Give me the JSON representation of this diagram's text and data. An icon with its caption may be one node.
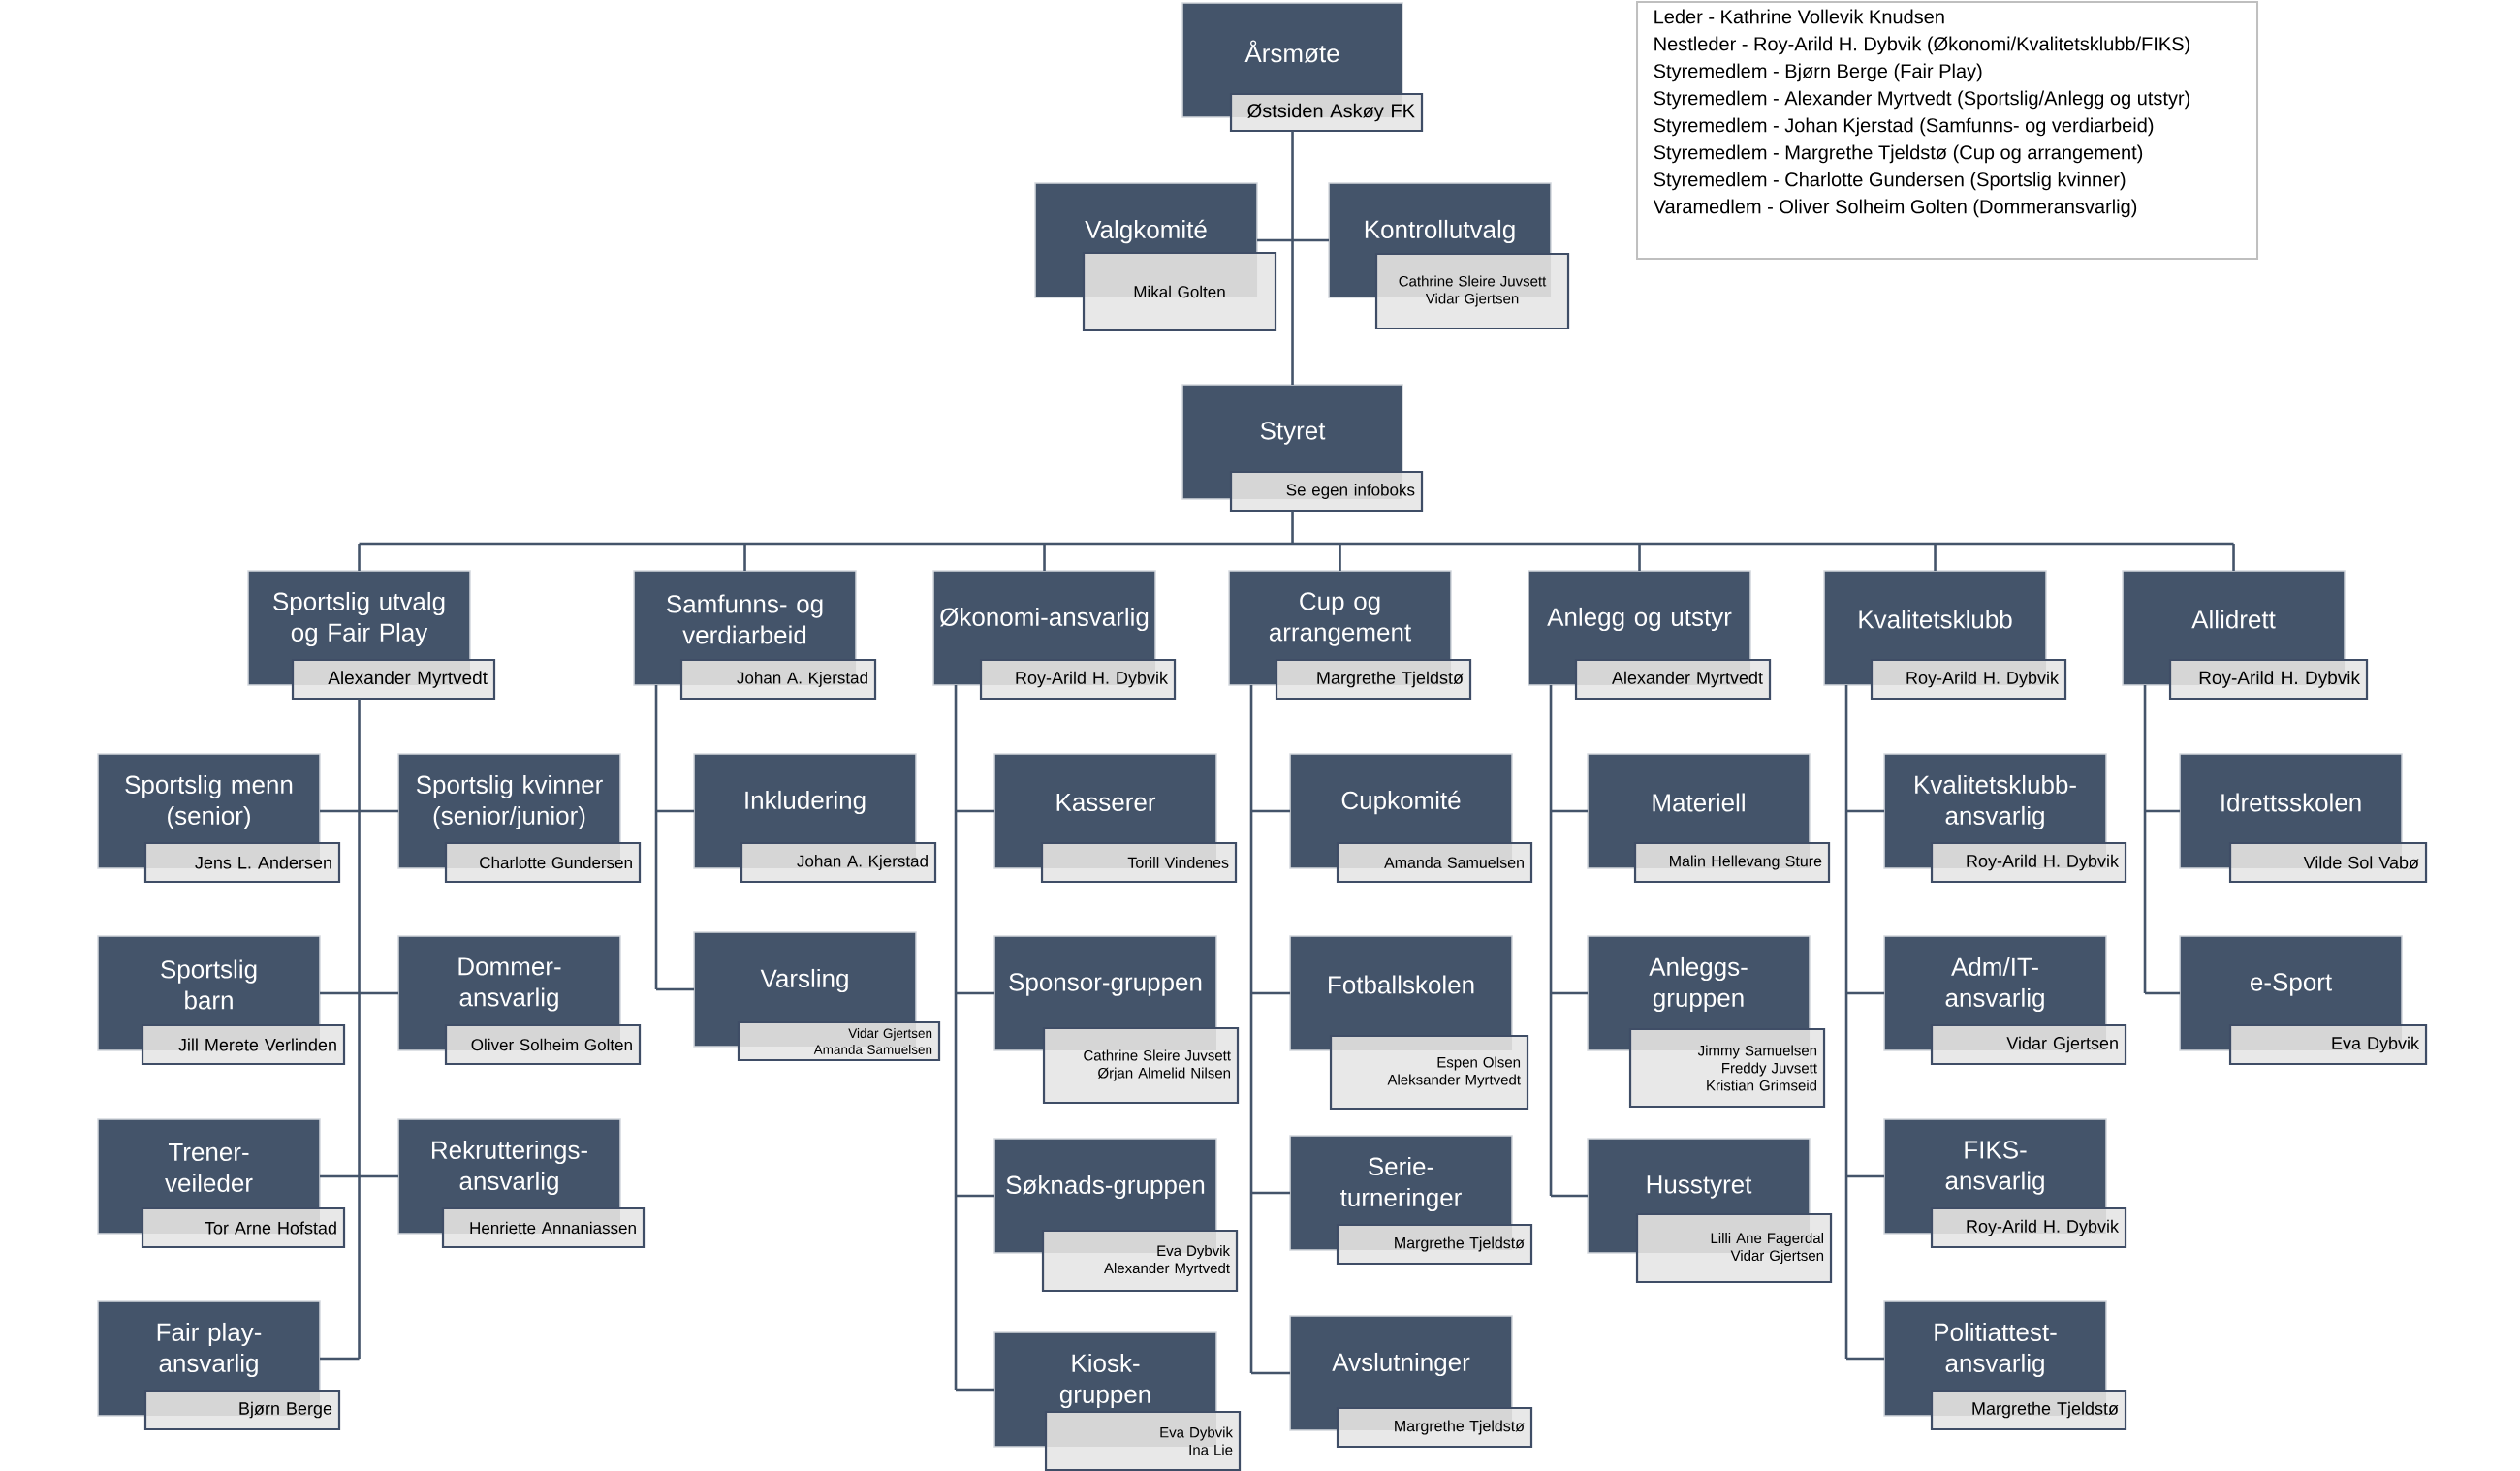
{
  "diagram": {
    "nodes": [
      {
        "text": [
          "Årsmøte",
          "Østsiden Askøy FK"
        ]
      },
      {
        "text": [
          "Leder - Kathrine Vollevik Knudsen",
          "Nestleder - Roy-Arild H. Dybvik (Økonomi/Kvalitetsklubb/FIKS)",
          "Styremedlem - Bjørn Berge (Fair Play)",
          "Styremedlem - Alexander Myrtvedt (Sportslig/Anlegg og utstyr)",
          "Styremedlem - Johan Kjerstad (Samfunns- og verdiarbeid)",
          "Styremedlem - Margrethe Tjeldstø (Cup og arrangement)",
          "Styremedlem - Charlotte Gundersen (Sportslig kvinner)",
          "Varamedlem - Oliver Solheim Golten (Dommeransvarlig)"
        ]
      },
      {
        "text": [
          "Valgkomité",
          "Mikal Golten"
        ]
      },
      {
        "text": [
          "Kontrollutvalg",
          "Cathrine Sleire Juvsett",
          "Vidar Gjertsen"
        ]
      },
      {
        "text": [
          "Styret",
          "Se egen infoboks"
        ]
      },
      {
        "text": [
          "Sportslig utvalg og Fair Play",
          "Alexander Myrtvedt"
        ]
      },
      {
        "text": [
          "Samfunns- og verdiarbeid",
          "Johan A. Kjerstad"
        ]
      },
      {
        "text": [
          "Økonomi-ansvarlig",
          "Roy-Arild H. Dybvik"
        ]
      },
      {
        "text": [
          "Cup og arrangement",
          "Margrethe Tjeldstø"
        ]
      },
      {
        "text": [
          "Anlegg og utstyr",
          "Alexander Myrtvedt"
        ]
      },
      {
        "text": [
          "Kvalitetsklubb",
          "Roy-Arild H. Dybvik"
        ]
      },
      {
        "text": [
          "Allidrett",
          "Roy-Arild H. Dybvik"
        ]
      },
      {
        "text": [
          "Sportslig menn (senior)",
          "Jens L. Andersen"
        ]
      },
      {
        "text": [
          "Sportslig kvinner (senior/junior)",
          "Charlotte Gundersen"
        ]
      },
      {
        "text": [
          "Sportslig barn",
          "Jill Merete Verlinden"
        ]
      },
      {
        "text": [
          "Dommer-ansvarlig",
          "Oliver Solheim Golten"
        ]
      },
      {
        "text": [
          "Trener-veileder",
          "Tor Arne Hofstad"
        ]
      },
      {
        "text": [
          "Rekrutterings-ansvarlig",
          "Henriette Annaniassen"
        ]
      },
      {
        "text": [
          "Fair play-ansvarlig",
          "Bjørn Berge"
        ]
      },
      {
        "text": [
          "Inkludering",
          "Johan A. Kjerstad"
        ]
      },
      {
        "text": [
          "Varsling",
          "Vidar Gjertsen",
          "Amanda Samuelsen"
        ]
      },
      {
        "text": [
          "Kasserer",
          "Torill Vindenes"
        ]
      },
      {
        "text": [
          "Sponsor-gruppen",
          "Cathrine Sleire Juvsett",
          "Ørjan Almelid Nilsen"
        ]
      },
      {
        "text": [
          "Søknads-gruppen",
          "Eva Dybvik",
          "Alexander Myrtvedt"
        ]
      },
      {
        "text": [
          "Kiosk-gruppen",
          "Eva Dybvik",
          "Ina Lie"
        ]
      },
      {
        "text": [
          "Cupkomité",
          "Amanda Samuelsen"
        ]
      },
      {
        "text": [
          "Fotballskolen",
          "Espen Olsen",
          "Aleksander Myrtvedt"
        ]
      },
      {
        "text": [
          "Serie-turneringer",
          "Margrethe Tjeldstø"
        ]
      },
      {
        "text": [
          "Avslutninger",
          "Margrethe Tjeldstø"
        ]
      },
      {
        "text": [
          "Materiell",
          "Malin Hellevang Sture"
        ]
      },
      {
        "text": [
          "Anleggs-gruppen",
          "Jimmy Samuelsen",
          "Freddy Juvsett",
          "Kristian Grimseid"
        ]
      },
      {
        "text": [
          "Husstyret",
          "Lilli Ane Fagerdal",
          "Vidar Gjertsen"
        ]
      },
      {
        "text": [
          "Kvalitetsklubb-ansvarlig",
          "Roy-Arild H. Dybvik"
        ]
      },
      {
        "text": [
          "Adm/IT-ansvarlig",
          "Vidar Gjertsen"
        ]
      },
      {
        "text": [
          "FIKS-ansvarlig",
          "Roy-Arild H. Dybvik"
        ]
      },
      {
        "text": [
          "Politiattest-ansvarlig",
          "Margrethe Tjeldstø"
        ]
      },
      {
        "text": [
          "Idrettsskolen",
          "Vilde Sol Vabø"
        ]
      },
      {
        "text": [
          "e-Sport",
          "Eva Dybvik"
        ]
      }
    ],
    "edges": [
      {
        "from": 0,
        "to": 2,
        "arrow": "none"
      },
      {
        "from": 0,
        "to": 3,
        "arrow": "none"
      },
      {
        "from": 0,
        "to": 4,
        "arrow": "none"
      },
      {
        "from": 4,
        "to": 5,
        "arrow": "none"
      },
      {
        "from": 4,
        "to": 6,
        "arrow": "none"
      },
      {
        "from": 4,
        "to": 7,
        "arrow": "none"
      },
      {
        "from": 4,
        "to": 8,
        "arrow": "none"
      },
      {
        "from": 4,
        "to": 9,
        "arrow": "none"
      },
      {
        "from": 4,
        "to": 10,
        "arrow": "none"
      },
      {
        "from": 4,
        "to": 11,
        "arrow": "none"
      },
      {
        "from": 5,
        "to": 12,
        "arrow": "none"
      },
      {
        "from": 5,
        "to": 13,
        "arrow": "none"
      },
      {
        "from": 5,
        "to": 14,
        "arrow": "none"
      },
      {
        "from": 5,
        "to": 15,
        "arrow": "none"
      },
      {
        "from": 5,
        "to": 16,
        "arrow": "none"
      },
      {
        "from": 5,
        "to": 17,
        "arrow": "none"
      },
      {
        "from": 5,
        "to": 18,
        "arrow": "none"
      },
      {
        "from": 6,
        "to": 19,
        "arrow": "none"
      },
      {
        "from": 6,
        "to": 20,
        "arrow": "none"
      },
      {
        "from": 7,
        "to": 21,
        "arrow": "none"
      },
      {
        "from": 7,
        "to": 22,
        "arrow": "none"
      },
      {
        "from": 7,
        "to": 23,
        "arrow": "none"
      },
      {
        "from": 7,
        "to": 24,
        "arrow": "none"
      },
      {
        "from": 8,
        "to": 25,
        "arrow": "none"
      },
      {
        "from": 8,
        "to": 26,
        "arrow": "none"
      },
      {
        "from": 8,
        "to": 27,
        "arrow": "none"
      },
      {
        "from": 8,
        "to": 28,
        "arrow": "none"
      },
      {
        "from": 9,
        "to": 29,
        "arrow": "none"
      },
      {
        "from": 9,
        "to": 30,
        "arrow": "none"
      },
      {
        "from": 9,
        "to": 31,
        "arrow": "none"
      },
      {
        "from": 10,
        "to": 32,
        "arrow": "none"
      },
      {
        "from": 10,
        "to": 33,
        "arrow": "none"
      },
      {
        "from": 10,
        "to": 34,
        "arrow": "none"
      },
      {
        "from": 10,
        "to": 35,
        "arrow": "none"
      },
      {
        "from": 11,
        "to": 36,
        "arrow": "none"
      },
      {
        "from": 11,
        "to": 37,
        "arrow": "none"
      }
    ]
  }
}
